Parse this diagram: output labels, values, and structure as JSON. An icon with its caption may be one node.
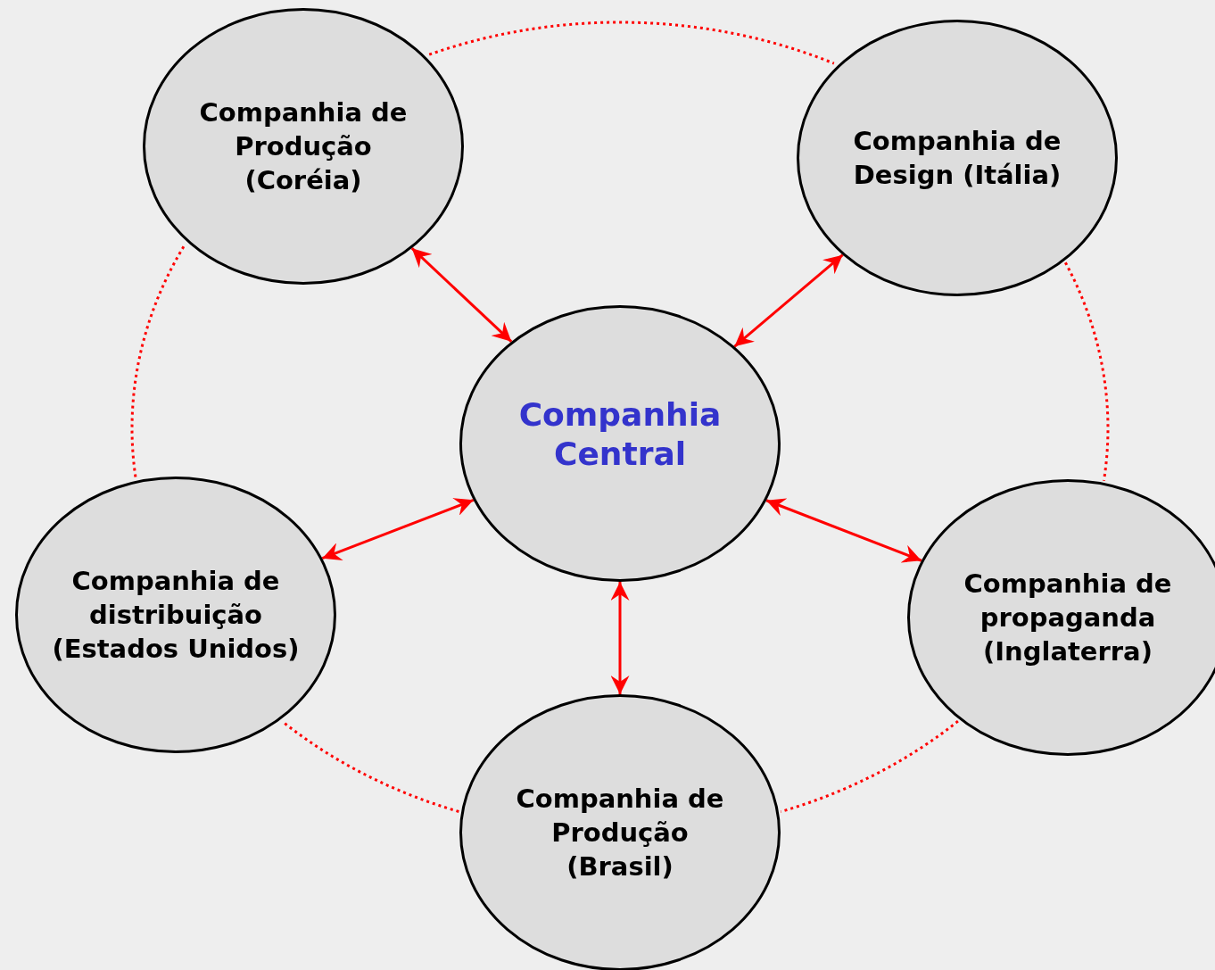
{
  "diagram": {
    "nodes": [
      {
        "text": [
          "Companhia Central"
        ]
      },
      {
        "text": [
          "Companhia de Produção (Coréia)"
        ]
      },
      {
        "text": [
          "Companhia de Design (Itália)"
        ]
      },
      {
        "text": [
          "Companhia de distribuição (Estados Unidos)"
        ]
      },
      {
        "text": [
          "Companhia de propaganda (Inglaterra)"
        ]
      },
      {
        "text": [
          "Companhia de Produção (Brasil)"
        ]
      }
    ],
    "edges": [
      {
        "from": 0,
        "to": 1,
        "arrow": "both"
      },
      {
        "from": 0,
        "to": 2,
        "arrow": "both"
      },
      {
        "from": 0,
        "to": 3,
        "arrow": "both"
      },
      {
        "from": 0,
        "to": 4,
        "arrow": "both"
      },
      {
        "from": 0,
        "to": 5,
        "arrow": "both"
      },
      {
        "from": 1,
        "to": 2,
        "arrow": "none",
        "style": "dashed"
      },
      {
        "from": 2,
        "to": 4,
        "arrow": "none",
        "style": "dashed"
      },
      {
        "from": 4,
        "to": 5,
        "arrow": "none",
        "style": "dashed"
      },
      {
        "from": 5,
        "to": 3,
        "arrow": "none",
        "style": "dashed"
      },
      {
        "from": 3,
        "to": 1,
        "arrow": "none",
        "style": "dashed"
      }
    ]
  }
}
